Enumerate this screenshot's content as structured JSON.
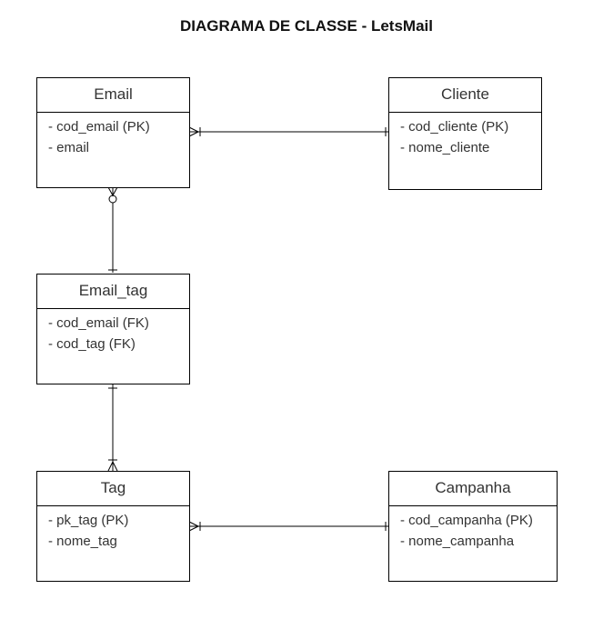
{
  "diagram": {
    "title": "DIAGRAMA DE CLASSE - LetsMail",
    "entities": {
      "email": {
        "name": "Email",
        "attributes": [
          "- cod_email (PK)",
          "- email"
        ]
      },
      "cliente": {
        "name": "Cliente",
        "attributes": [
          "- cod_cliente (PK)",
          "- nome_cliente"
        ]
      },
      "email_tag": {
        "name": "Email_tag",
        "attributes": [
          "- cod_email (FK)",
          "- cod_tag (FK)"
        ]
      },
      "tag": {
        "name": "Tag",
        "attributes": [
          "- pk_tag (PK)",
          "- nome_tag"
        ]
      },
      "campanha": {
        "name": "Campanha",
        "attributes": [
          "- cod_campanha (PK)",
          "- nome_campanha"
        ]
      }
    },
    "relationships": [
      {
        "from": "email",
        "to": "cliente",
        "from_cardinality": "one-or-many",
        "to_cardinality": "one"
      },
      {
        "from": "email",
        "to": "email_tag",
        "from_cardinality": "zero-or-many",
        "to_cardinality": "one"
      },
      {
        "from": "email_tag",
        "to": "tag",
        "from_cardinality": "one",
        "to_cardinality": "one-or-many"
      },
      {
        "from": "tag",
        "to": "campanha",
        "from_cardinality": "one-or-many",
        "to_cardinality": "one"
      }
    ],
    "colors": {
      "line": "#000000",
      "text": "#333333",
      "background": "#ffffff"
    }
  }
}
